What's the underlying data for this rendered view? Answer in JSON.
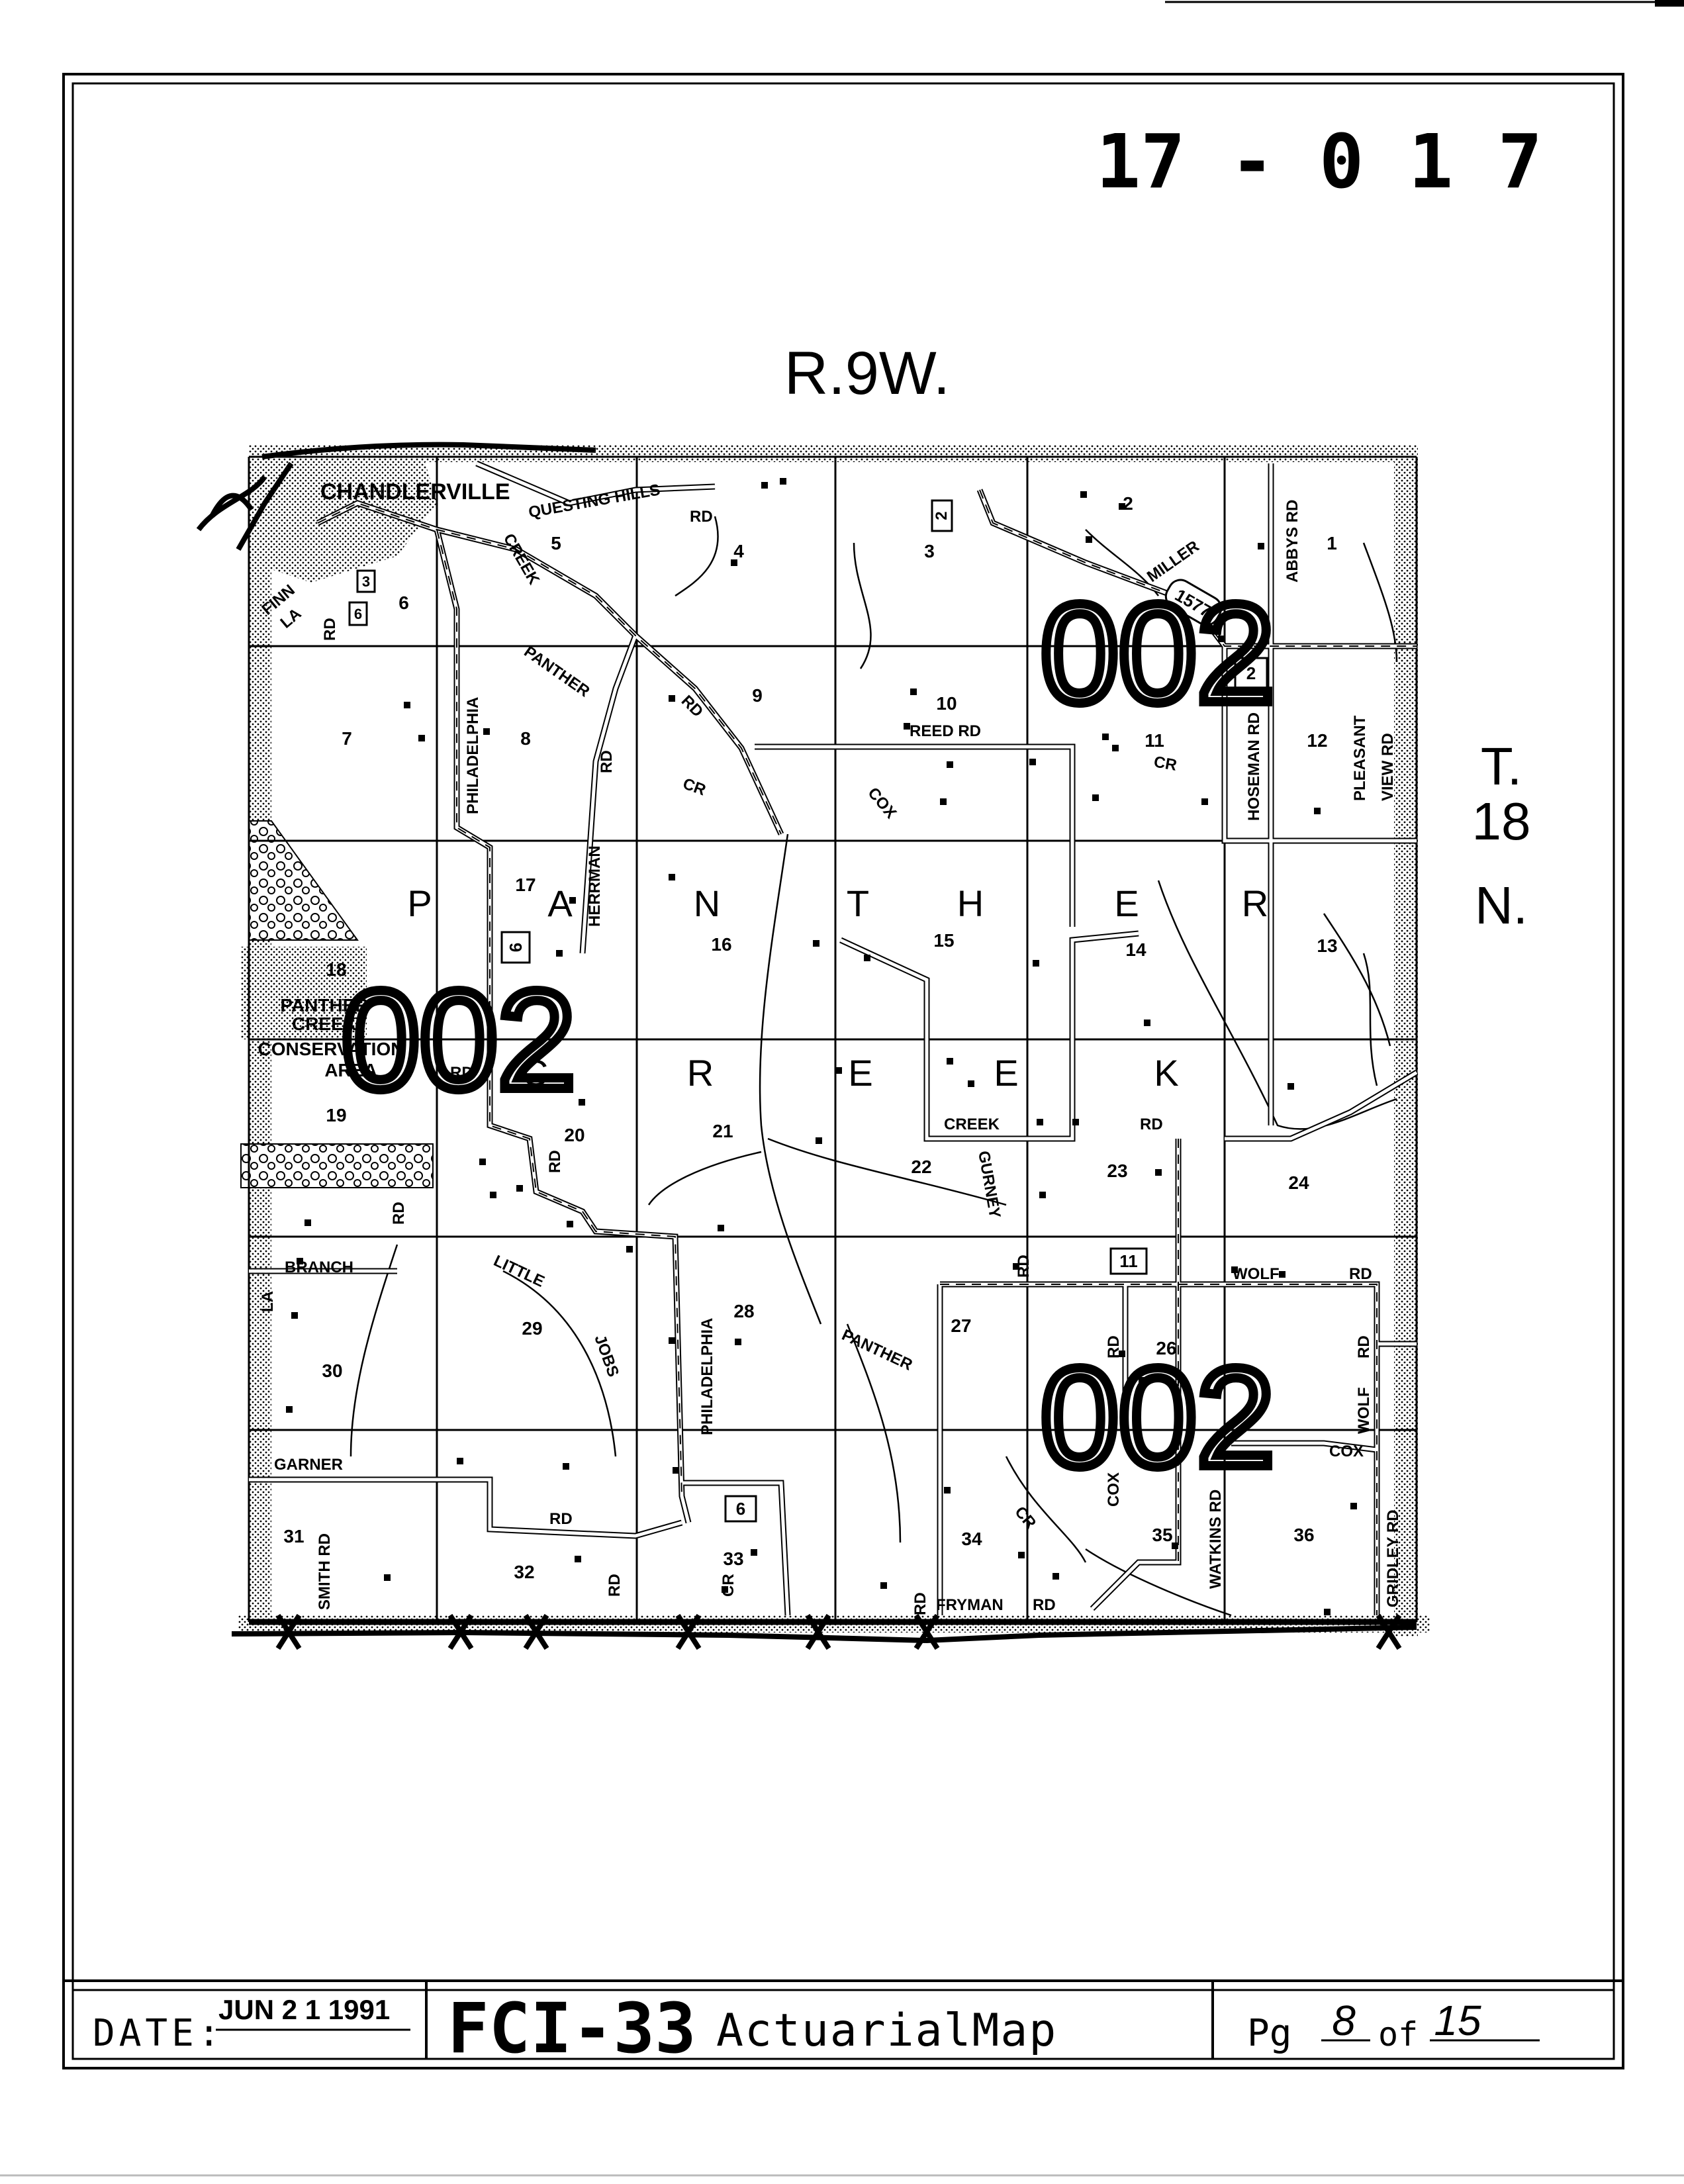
{
  "header": {
    "map_id": "17 - 0 1 7"
  },
  "map": {
    "range_label": "R.9W.",
    "township_label": [
      "T.",
      "18",
      "N."
    ],
    "town": "CHANDLERVILLE",
    "township_name_letters": [
      "P",
      "A",
      "N",
      "T",
      "H",
      "E",
      "R",
      "C",
      "R",
      "E",
      "E",
      "K"
    ],
    "conservation_area": [
      "PANTHER",
      "CREEK",
      "CONSERVATION",
      "AREA"
    ],
    "territory_codes": [
      "002",
      "002",
      "002"
    ],
    "route_shields": [
      "2",
      "6",
      "6",
      "6",
      "11",
      "1577",
      "2",
      "3"
    ],
    "sections": [
      "1",
      "2",
      "3",
      "4",
      "5",
      "6",
      "7",
      "8",
      "9",
      "10",
      "11",
      "12",
      "13",
      "14",
      "15",
      "16",
      "17",
      "18",
      "19",
      "20",
      "21",
      "22",
      "23",
      "24",
      "26",
      "27",
      "28",
      "29",
      "30",
      "31",
      "32",
      "33",
      "34",
      "35",
      "36"
    ],
    "road_labels": {
      "questing_hills": "QUESTING HILLS",
      "rd": "RD",
      "creek": "CREEK",
      "panther": "PANTHER",
      "cr": "CR",
      "philadelphia": "PHILADELPHIA",
      "herrman": "HERRMAN",
      "reed_rd": "REED RD",
      "cox": "COX",
      "miller": "MILLER",
      "abbys_rd": "ABBYS RD",
      "hoseman_rd": "HOSEMAN RD",
      "pleasant": "PLEASANT",
      "view_rd": "VIEW RD",
      "finn": "FINN",
      "la": "LA",
      "gurney": "GURNEY",
      "branch": "BRANCH",
      "little": "LITTLE",
      "jobs": "JOBS",
      "wolf": "WOLF",
      "garner": "GARNER",
      "smith_rd": "SMITH RD",
      "watkins_rd": "WATKINS RD",
      "gridley_rd": "GRIDLEY RD",
      "fryman": "FRYMAN"
    }
  },
  "footer": {
    "date_label": "DATE:",
    "date_value": "JUN 2 1 1991",
    "title_code": "FCI-33",
    "title_text": "ActuarialMap",
    "page_prefix": "Pg",
    "page_num": "8",
    "page_of": "of",
    "page_total": "15"
  }
}
